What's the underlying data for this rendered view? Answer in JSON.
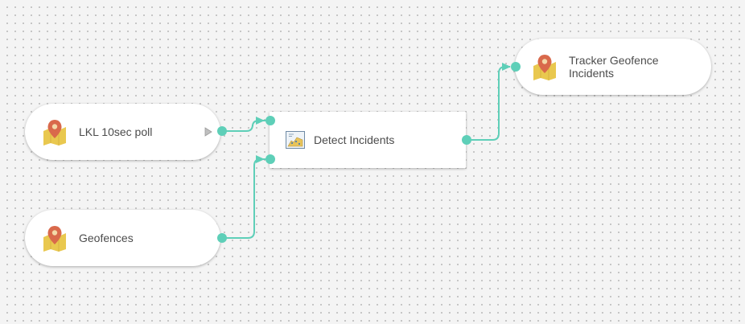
{
  "canvas": {
    "accent_color": "#5ecfb8",
    "grid": "dotted"
  },
  "nodes": {
    "input_lkl": {
      "label": "LKL 10sec poll",
      "icon": "map-pin-icon"
    },
    "input_geofences": {
      "label": "Geofences",
      "icon": "map-pin-icon"
    },
    "processor": {
      "label": "Detect Incidents",
      "icon": "geofence-processor-icon"
    },
    "output": {
      "label_line1": "Tracker Geofence",
      "label_line2": "Incidents",
      "icon": "map-pin-icon"
    }
  }
}
